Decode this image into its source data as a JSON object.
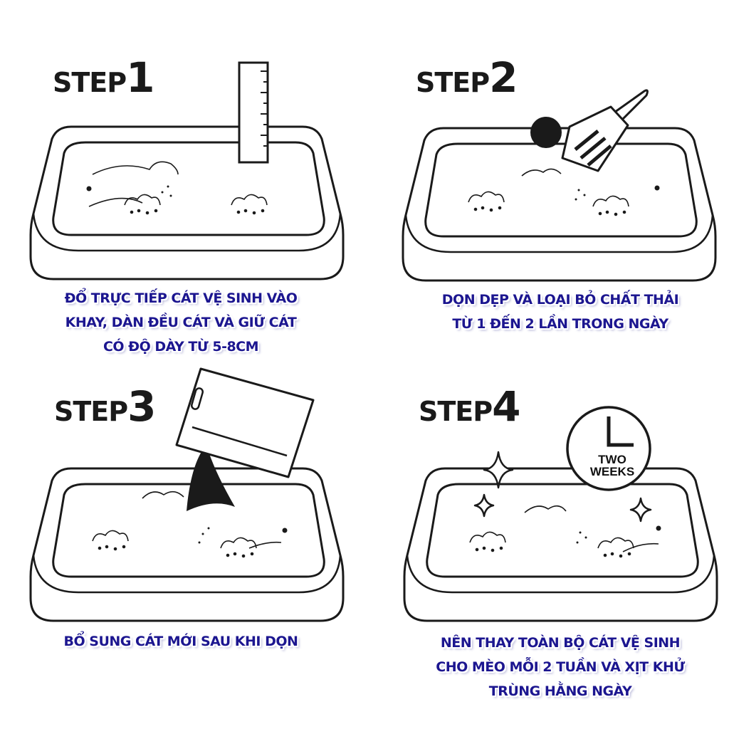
{
  "steps": [
    {
      "word": "STEP",
      "number": "1",
      "caption": [
        "ĐỔ TRỰC TIẾP CÁT VỆ SINH VÀO",
        "KHAY, DÀN ĐỀU CÁT VÀ GIỮ CÁT",
        "CÓ ĐỘ DÀY TỪ 5-8CM"
      ]
    },
    {
      "word": "STEP",
      "number": "2",
      "caption": [
        "DỌN DẸP VÀ LOẠI BỎ CHẤT THẢI",
        "TỪ 1 ĐẾN 2 LẦN TRONG NGÀY"
      ]
    },
    {
      "word": "STEP",
      "number": "3",
      "caption": [
        "BỔ SUNG CÁT MỚI SAU KHI DỌN"
      ]
    },
    {
      "word": "STEP",
      "number": "4",
      "caption": [
        "NÊN THAY TOÀN BỘ CÁT VỆ SINH",
        "CHO MÈO MỖI 2 TUẦN VÀ XỊT KHỬ",
        "TRÙNG HẰNG NGÀY"
      ]
    }
  ],
  "clock": {
    "line1": "TWO",
    "line2": "WEEKS"
  },
  "colors": {
    "caption": "#1c1690",
    "ink": "#1a1a1a"
  }
}
